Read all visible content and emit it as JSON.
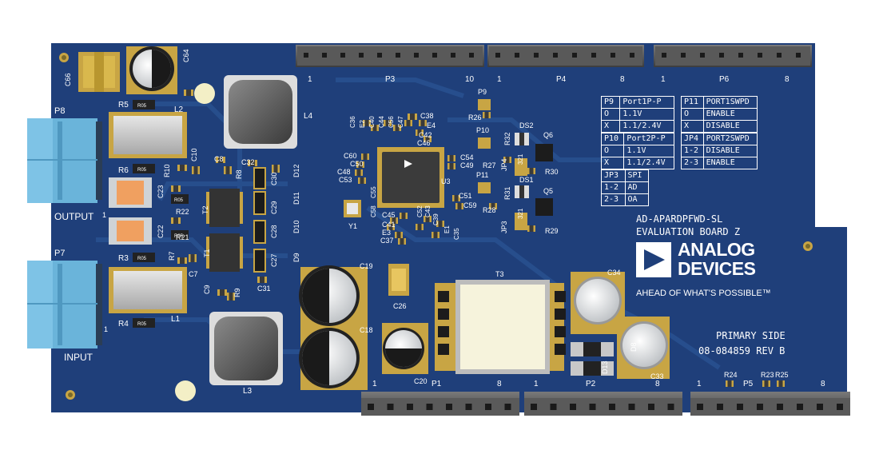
{
  "colors": {
    "pcb": "#1f3f7a",
    "pcb_dark": "#17345f",
    "trace": "#28508f",
    "silkscreen": "#ffffff",
    "header_plastic": "#5c5c5c",
    "connector_blue": "#7ec3e6",
    "pad_gold": "#c8a544"
  },
  "board": {
    "name": "AD-APARDPFWD-SL",
    "subtitle": "EVALUATION BOARD Z",
    "brand_line1": "ANALOG",
    "brand_line2": "DEVICES",
    "tagline": "AHEAD OF WHAT'S POSSIBLE™",
    "side": "PRIMARY SIDE",
    "part_rev": "08-084859 REV B"
  },
  "connectors": {
    "output": "OUTPUT",
    "input": "INPUT",
    "p8": "P8",
    "p7": "P7",
    "pin1": "1"
  },
  "headers": {
    "p3": {
      "name": "P3",
      "first": "1",
      "last": "10"
    },
    "p4": {
      "name": "P4",
      "first": "1",
      "last": "8"
    },
    "p6": {
      "name": "P6",
      "first": "1",
      "last": "8"
    },
    "p1": {
      "name": "P1",
      "first": "1",
      "last": "8"
    },
    "p2": {
      "name": "P2",
      "first": "1",
      "last": "8"
    },
    "p5": {
      "name": "P5",
      "first": "1",
      "last": "8"
    }
  },
  "tables": {
    "p9": [
      [
        "P9",
        "Port1P-P"
      ],
      [
        "O",
        "1.1V"
      ],
      [
        "X",
        "1.1/2.4V"
      ]
    ],
    "p10": [
      [
        "P10",
        "Port2P-P"
      ],
      [
        "O",
        "1.1V"
      ],
      [
        "X",
        "1.1/2.4V"
      ]
    ],
    "jp3": [
      [
        "JP3",
        "SPI"
      ],
      [
        "1-2",
        "AD"
      ],
      [
        "2-3",
        "OA"
      ]
    ],
    "p11": [
      [
        "P11",
        "PORT1SWPD"
      ],
      [
        "O",
        "ENABLE"
      ],
      [
        "X",
        "DISABLE"
      ]
    ],
    "jp4": [
      [
        "JP4",
        "PORT2SWPD"
      ],
      [
        "1-2",
        "DISABLE"
      ],
      [
        "2-3",
        "ENABLE"
      ]
    ]
  },
  "components": {
    "c66": "C66",
    "c64": "C64",
    "r5": "R5",
    "l2": "L2",
    "l4": "L4",
    "r6": "R6",
    "r10": "R10",
    "c10": "C10",
    "c8": "C8",
    "r8": "R8",
    "c32": "C32",
    "c23": "C23",
    "r22": "R22",
    "t2": "T2",
    "c22": "C22",
    "r21": "R21",
    "r3": "R3",
    "r7": "R7",
    "t1": "T1",
    "c7": "C7",
    "c9": "C9",
    "r9": "R9",
    "r4": "R4",
    "l1": "L1",
    "l3": "L3",
    "c30": "C30",
    "c29": "C29",
    "c28": "C28",
    "c27": "C27",
    "c31": "C31",
    "d12": "D12",
    "d11": "D11",
    "d10": "D10",
    "d9": "D9",
    "c19": "C19",
    "c18": "C18",
    "c20": "C20",
    "c26": "C26",
    "t3": "T3",
    "c34": "C34",
    "c33": "C33",
    "d8": "D8",
    "d13": "D13",
    "u3": "U3",
    "y1": "Y1",
    "c36": "C36",
    "e2": "E2",
    "c40": "C40",
    "c44": "C44",
    "c56": "C56",
    "c47": "C47",
    "c46": "C46",
    "c38": "C38",
    "e4": "E4",
    "c42": "C42",
    "c60": "C60",
    "c50": "C50",
    "c48": "C48",
    "c53": "C53",
    "c54": "C54",
    "c49": "C49",
    "c51": "C51",
    "c59": "C59",
    "c55": "C55",
    "c58": "C58",
    "c45": "C45",
    "c41": "C41",
    "e3": "E3",
    "c37": "C37",
    "c52": "C52",
    "c43": "C43",
    "c39": "C39",
    "e1": "E1",
    "c35": "C35",
    "p9": "P9",
    "r26": "R26",
    "p10": "P10",
    "r27": "R27",
    "p11": "P11",
    "r28": "R28",
    "r32": "R32",
    "ds2": "DS2",
    "q6": "Q6",
    "r30": "R30",
    "jp4": "JP4",
    "r31": "R31",
    "ds1": "DS1",
    "q5": "Q5",
    "jp3": "JP3",
    "r29": "R29",
    "jp_pins": "321",
    "r24": "R24",
    "r23": "R23",
    "r25": "R25",
    "r_chip": "R05"
  }
}
